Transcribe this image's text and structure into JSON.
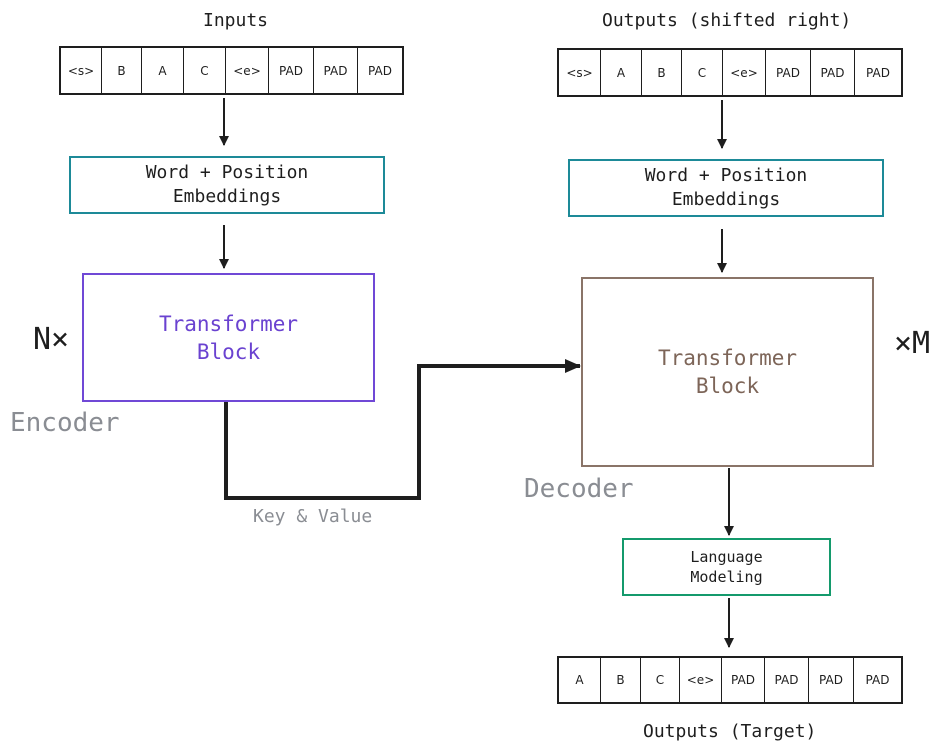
{
  "encoder": {
    "input_title": "Inputs",
    "input_tokens": [
      "<s>",
      "B",
      "A",
      "C",
      "<e>",
      "PAD",
      "PAD",
      "PAD"
    ],
    "embedding_label": "Word + Position\nEmbeddings",
    "block_label": "Transformer\nBlock",
    "repeat_label": "N×",
    "section_label": "Encoder"
  },
  "connection": {
    "label": "Key & Value"
  },
  "decoder": {
    "input_title": "Outputs (shifted right)",
    "input_tokens": [
      "<s>",
      "A",
      "B",
      "C",
      "<e>",
      "PAD",
      "PAD",
      "PAD"
    ],
    "embedding_label": "Word + Position\nEmbeddings",
    "block_label": "Transformer\nBlock",
    "repeat_label": "×M",
    "section_label": "Decoder",
    "head_label": "Language\nModeling",
    "output_tokens": [
      "A",
      "B",
      "C",
      "<e>",
      "PAD",
      "PAD",
      "PAD",
      "PAD"
    ],
    "output_title": "Outputs (Target)"
  },
  "colors": {
    "embedding_border": "#1d8a98",
    "encoder_block": "#7048d6",
    "decoder_block": "#8a7468",
    "lm_border": "#149a6c",
    "muted_text": "#8a8d93"
  }
}
